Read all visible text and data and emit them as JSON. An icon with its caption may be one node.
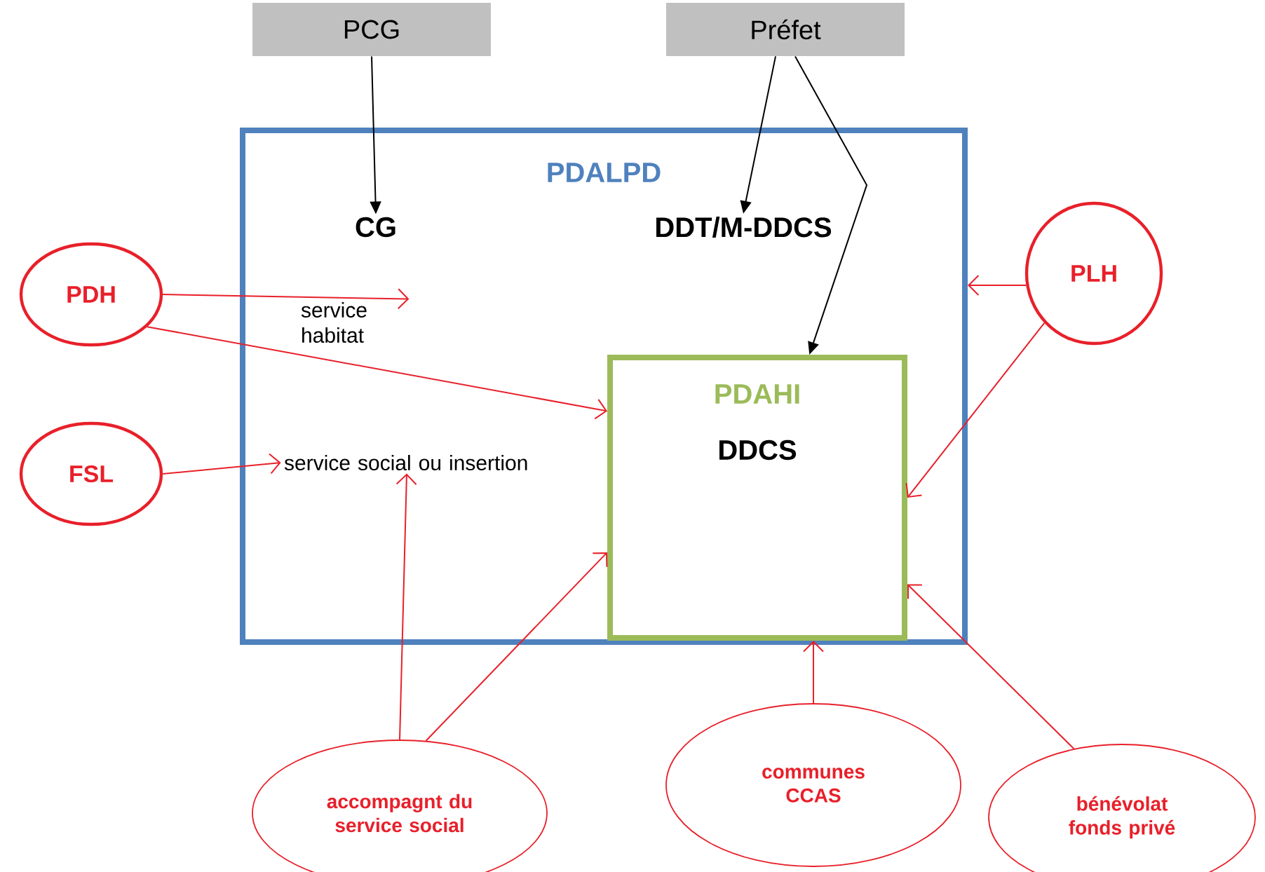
{
  "diagram": {
    "nodes": [
      {
        "text": [
          "PCG"
        ]
      },
      {
        "text": [
          "Préfet"
        ]
      },
      {
        "text": [
          "PDALPD"
        ]
      },
      {
        "text": [
          "CG"
        ],
        "in": 2
      },
      {
        "text": [
          "service habitat"
        ],
        "in": 2
      },
      {
        "text": [
          "DDT/M-DDCS"
        ],
        "in": 2
      },
      {
        "text": [
          "PDAHI",
          "DDCS"
        ],
        "in": 2
      },
      {
        "text": [
          "service social ou insertion"
        ],
        "in": 2
      },
      {
        "text": [
          "PDH"
        ]
      },
      {
        "text": [
          "FSL"
        ]
      },
      {
        "text": [
          "PLH"
        ]
      },
      {
        "text": [
          "accompagnt du service social"
        ]
      },
      {
        "text": [
          "communes CCAS"
        ]
      },
      {
        "text": [
          "bénévolat fonds privé"
        ]
      }
    ],
    "edges": [
      {
        "from": 0,
        "to": 3,
        "arrow": "to",
        "color": "#000000"
      },
      {
        "from": 1,
        "to": 5,
        "arrow": "to",
        "color": "#000000"
      },
      {
        "from": 1,
        "to": 6,
        "arrow": "to",
        "color": "#000000"
      },
      {
        "from": 8,
        "to": 4,
        "arrow": "to"
      },
      {
        "from": 8,
        "to": 6,
        "arrow": "to"
      },
      {
        "from": 10,
        "to": 2,
        "arrow": "to"
      },
      {
        "from": 10,
        "to": 6,
        "arrow": "to"
      },
      {
        "from": 9,
        "to": 7,
        "arrow": "to"
      },
      {
        "from": 11,
        "to": 7,
        "arrow": "to"
      },
      {
        "from": 11,
        "to": 6,
        "arrow": "to"
      },
      {
        "from": 12,
        "to": 6,
        "arrow": "to"
      },
      {
        "from": 13,
        "to": 6,
        "arrow": "to"
      }
    ]
  }
}
